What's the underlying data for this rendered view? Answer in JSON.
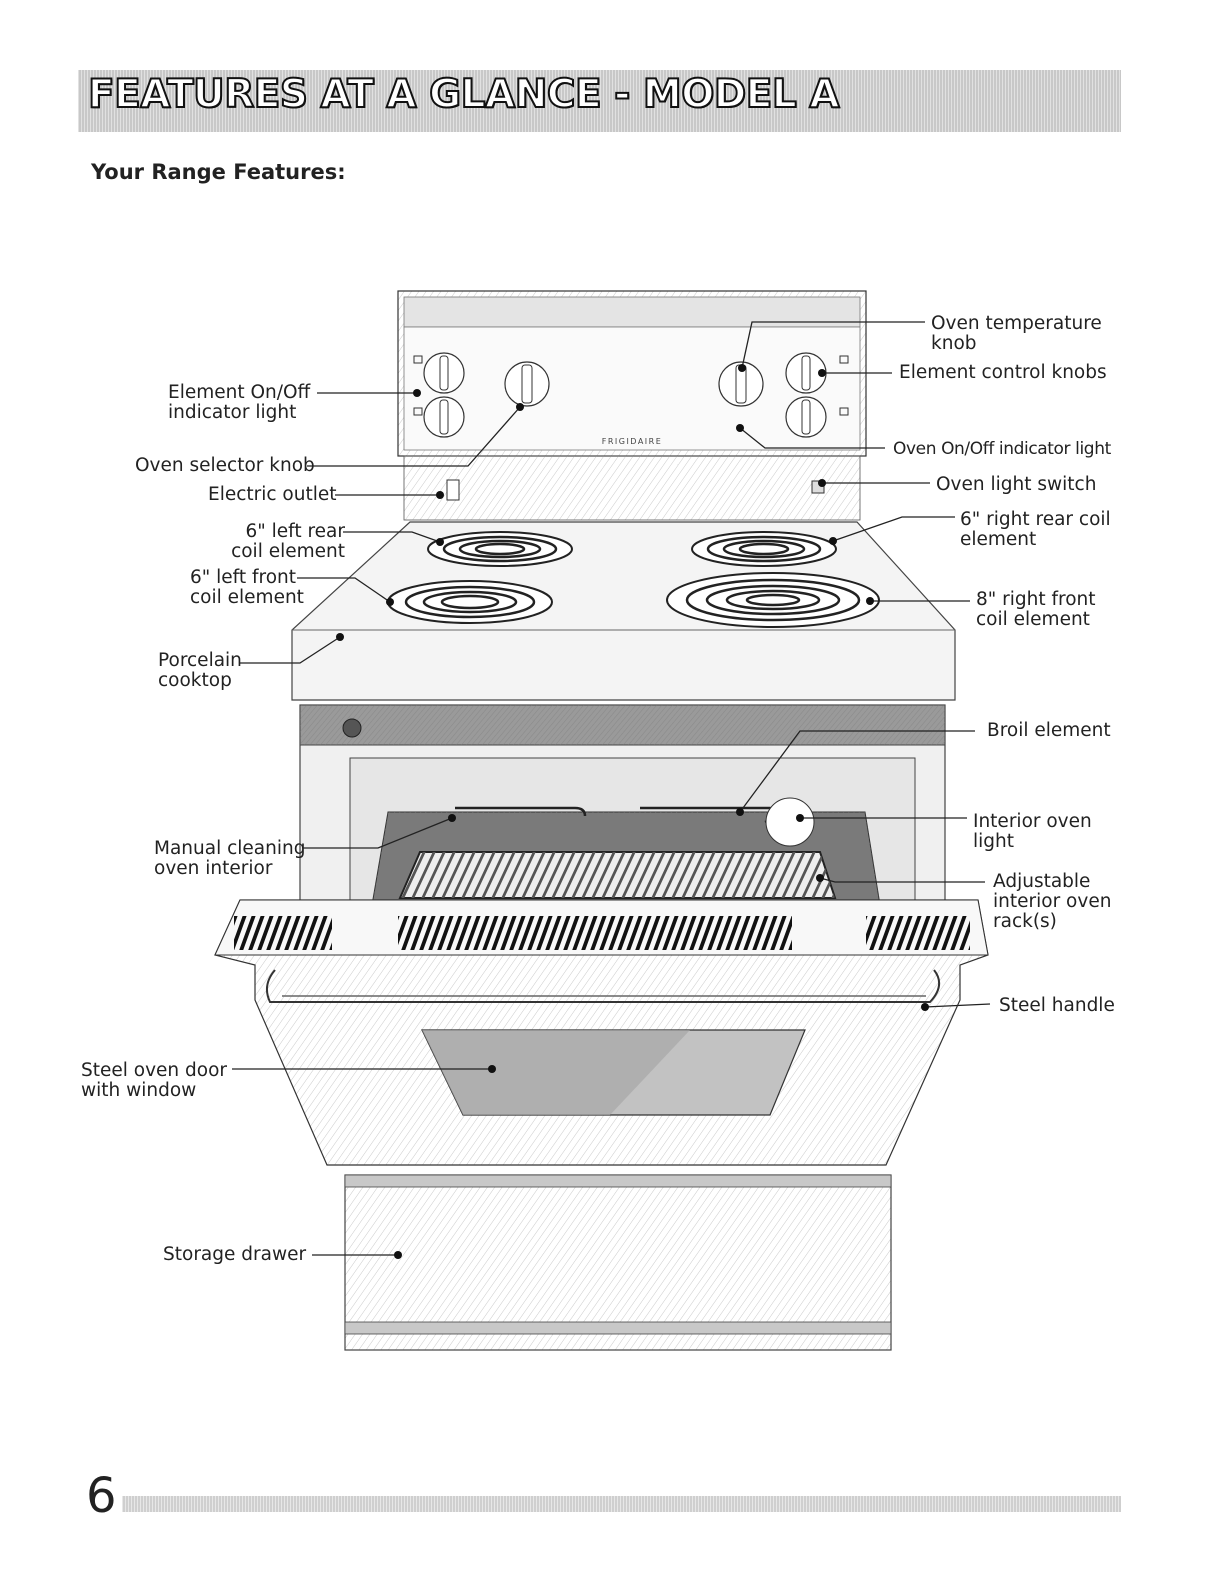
{
  "header": {
    "title": "FEATURES AT A GLANCE - MODEL A"
  },
  "subtitle": "Your Range Features:",
  "brand": "FRIGIDAIRE",
  "callouts": {
    "oven_temperature_knob": [
      "Oven temperature",
      "knob"
    ],
    "element_control_knobs": [
      "Element control knobs"
    ],
    "element_indicator": [
      "Element On/Off",
      "indicator light"
    ],
    "oven_selector_knob": [
      "Oven selector knob"
    ],
    "oven_indicator": [
      "Oven On/Off indicator light"
    ],
    "electric_outlet": [
      "Electric outlet"
    ],
    "oven_light_switch": [
      "Oven light switch"
    ],
    "left_rear": [
      "6\" left rear",
      "coil element"
    ],
    "right_rear": [
      "6\" right rear coil",
      "element"
    ],
    "left_front": [
      "6\" left front",
      "coil element"
    ],
    "right_front": [
      "8\" right front",
      "coil element"
    ],
    "porcelain_cooktop": [
      "Porcelain",
      "cooktop"
    ],
    "broil_element": [
      "Broil element"
    ],
    "manual_cleaning": [
      "Manual cleaning",
      "oven interior"
    ],
    "interior_light": [
      "Interior oven",
      "light"
    ],
    "oven_rack": [
      "Adjustable",
      "interior oven",
      "rack(s)"
    ],
    "steel_handle": [
      "Steel handle"
    ],
    "oven_door": [
      "Steel oven door",
      "with window"
    ],
    "storage_drawer": [
      "Storage drawer"
    ]
  },
  "page_number": "6"
}
